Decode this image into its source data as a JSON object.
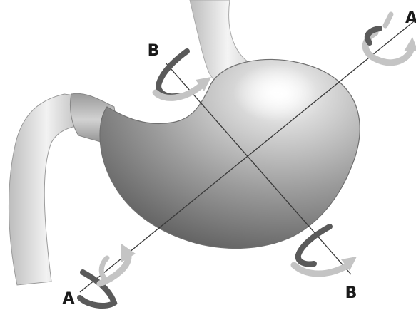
{
  "labels": {
    "axis_a_top": "A",
    "axis_a_bottom": "A",
    "axis_b_top": "B",
    "axis_b_bottom": "B"
  },
  "colors": {
    "background": "#ffffff",
    "organ_light": "#e8e8e8",
    "organ_mid": "#a9a9a9",
    "organ_dark": "#5e5e5e",
    "axis_line": "#3a3a3a",
    "arrow_dark": "#5a5a5a",
    "arrow_light": "#c4c4c4",
    "label_text": "#1a1a1a"
  }
}
